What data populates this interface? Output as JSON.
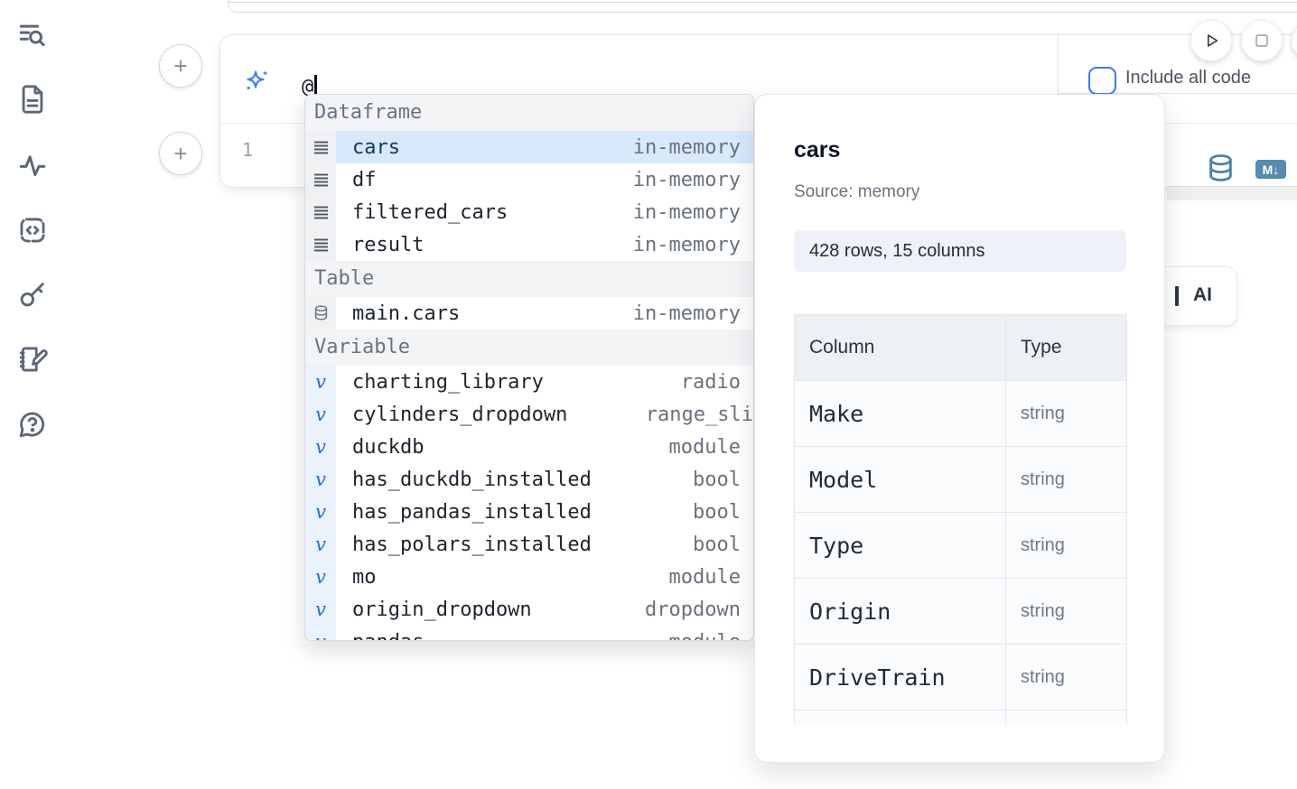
{
  "sidebar": {
    "items": [
      {
        "icon": "toc-search-icon"
      },
      {
        "icon": "file-text-icon"
      },
      {
        "icon": "activity-icon"
      },
      {
        "icon": "code-snippet-icon"
      },
      {
        "icon": "key-icon"
      },
      {
        "icon": "scratchpad-icon"
      },
      {
        "icon": "help-chat-icon"
      }
    ]
  },
  "run_controls": {
    "play_icon": "play-icon",
    "stop_icon": "stop-square-icon"
  },
  "cell": {
    "add_button_label": "+",
    "line_number": "1",
    "prompt": {
      "value": "@"
    },
    "include_all_code": {
      "label": "Include all code",
      "checked": false
    },
    "toolbar": {
      "database_icon": "database-icon",
      "markdown_badge": "M↓"
    }
  },
  "autocomplete": {
    "sections": [
      {
        "label": "Dataframe",
        "items": [
          {
            "name": "cars",
            "type": "in-memory",
            "selected": true
          },
          {
            "name": "df",
            "type": "in-memory"
          },
          {
            "name": "filtered_cars",
            "type": "in-memory"
          },
          {
            "name": "result",
            "type": "in-memory"
          }
        ]
      },
      {
        "label": "Table",
        "items": [
          {
            "name": "main.cars",
            "type": "in-memory"
          }
        ]
      },
      {
        "label": "Variable",
        "items": [
          {
            "name": "charting_library",
            "type": "radio"
          },
          {
            "name": "cylinders_dropdown",
            "type": "range_sli"
          },
          {
            "name": "duckdb",
            "type": "module"
          },
          {
            "name": "has_duckdb_installed",
            "type": "bool"
          },
          {
            "name": "has_pandas_installed",
            "type": "bool"
          },
          {
            "name": "has_polars_installed",
            "type": "bool"
          },
          {
            "name": "mo",
            "type": "module"
          },
          {
            "name": "origin_dropdown",
            "type": "dropdown"
          },
          {
            "name": "pandas",
            "type": "module",
            "clipped": true
          }
        ]
      }
    ]
  },
  "preview": {
    "title": "cars",
    "source": "Source: memory",
    "stats": "428 rows, 15 columns",
    "table": {
      "headers": [
        "Column",
        "Type"
      ],
      "rows": [
        [
          "Make",
          "string"
        ],
        [
          "Model",
          "string"
        ],
        [
          "Type",
          "string"
        ],
        [
          "Origin",
          "string"
        ],
        [
          "DriveTrain",
          "string"
        ]
      ]
    }
  },
  "ai_button": {
    "label": "AI"
  },
  "colors": {
    "accent_blue": "#3a7afe",
    "sparkle_blue": "#3b82f6",
    "selection_bg": "#d8e9fc",
    "steel_blue": "#568aae",
    "icon_slate": "#5b6779"
  }
}
